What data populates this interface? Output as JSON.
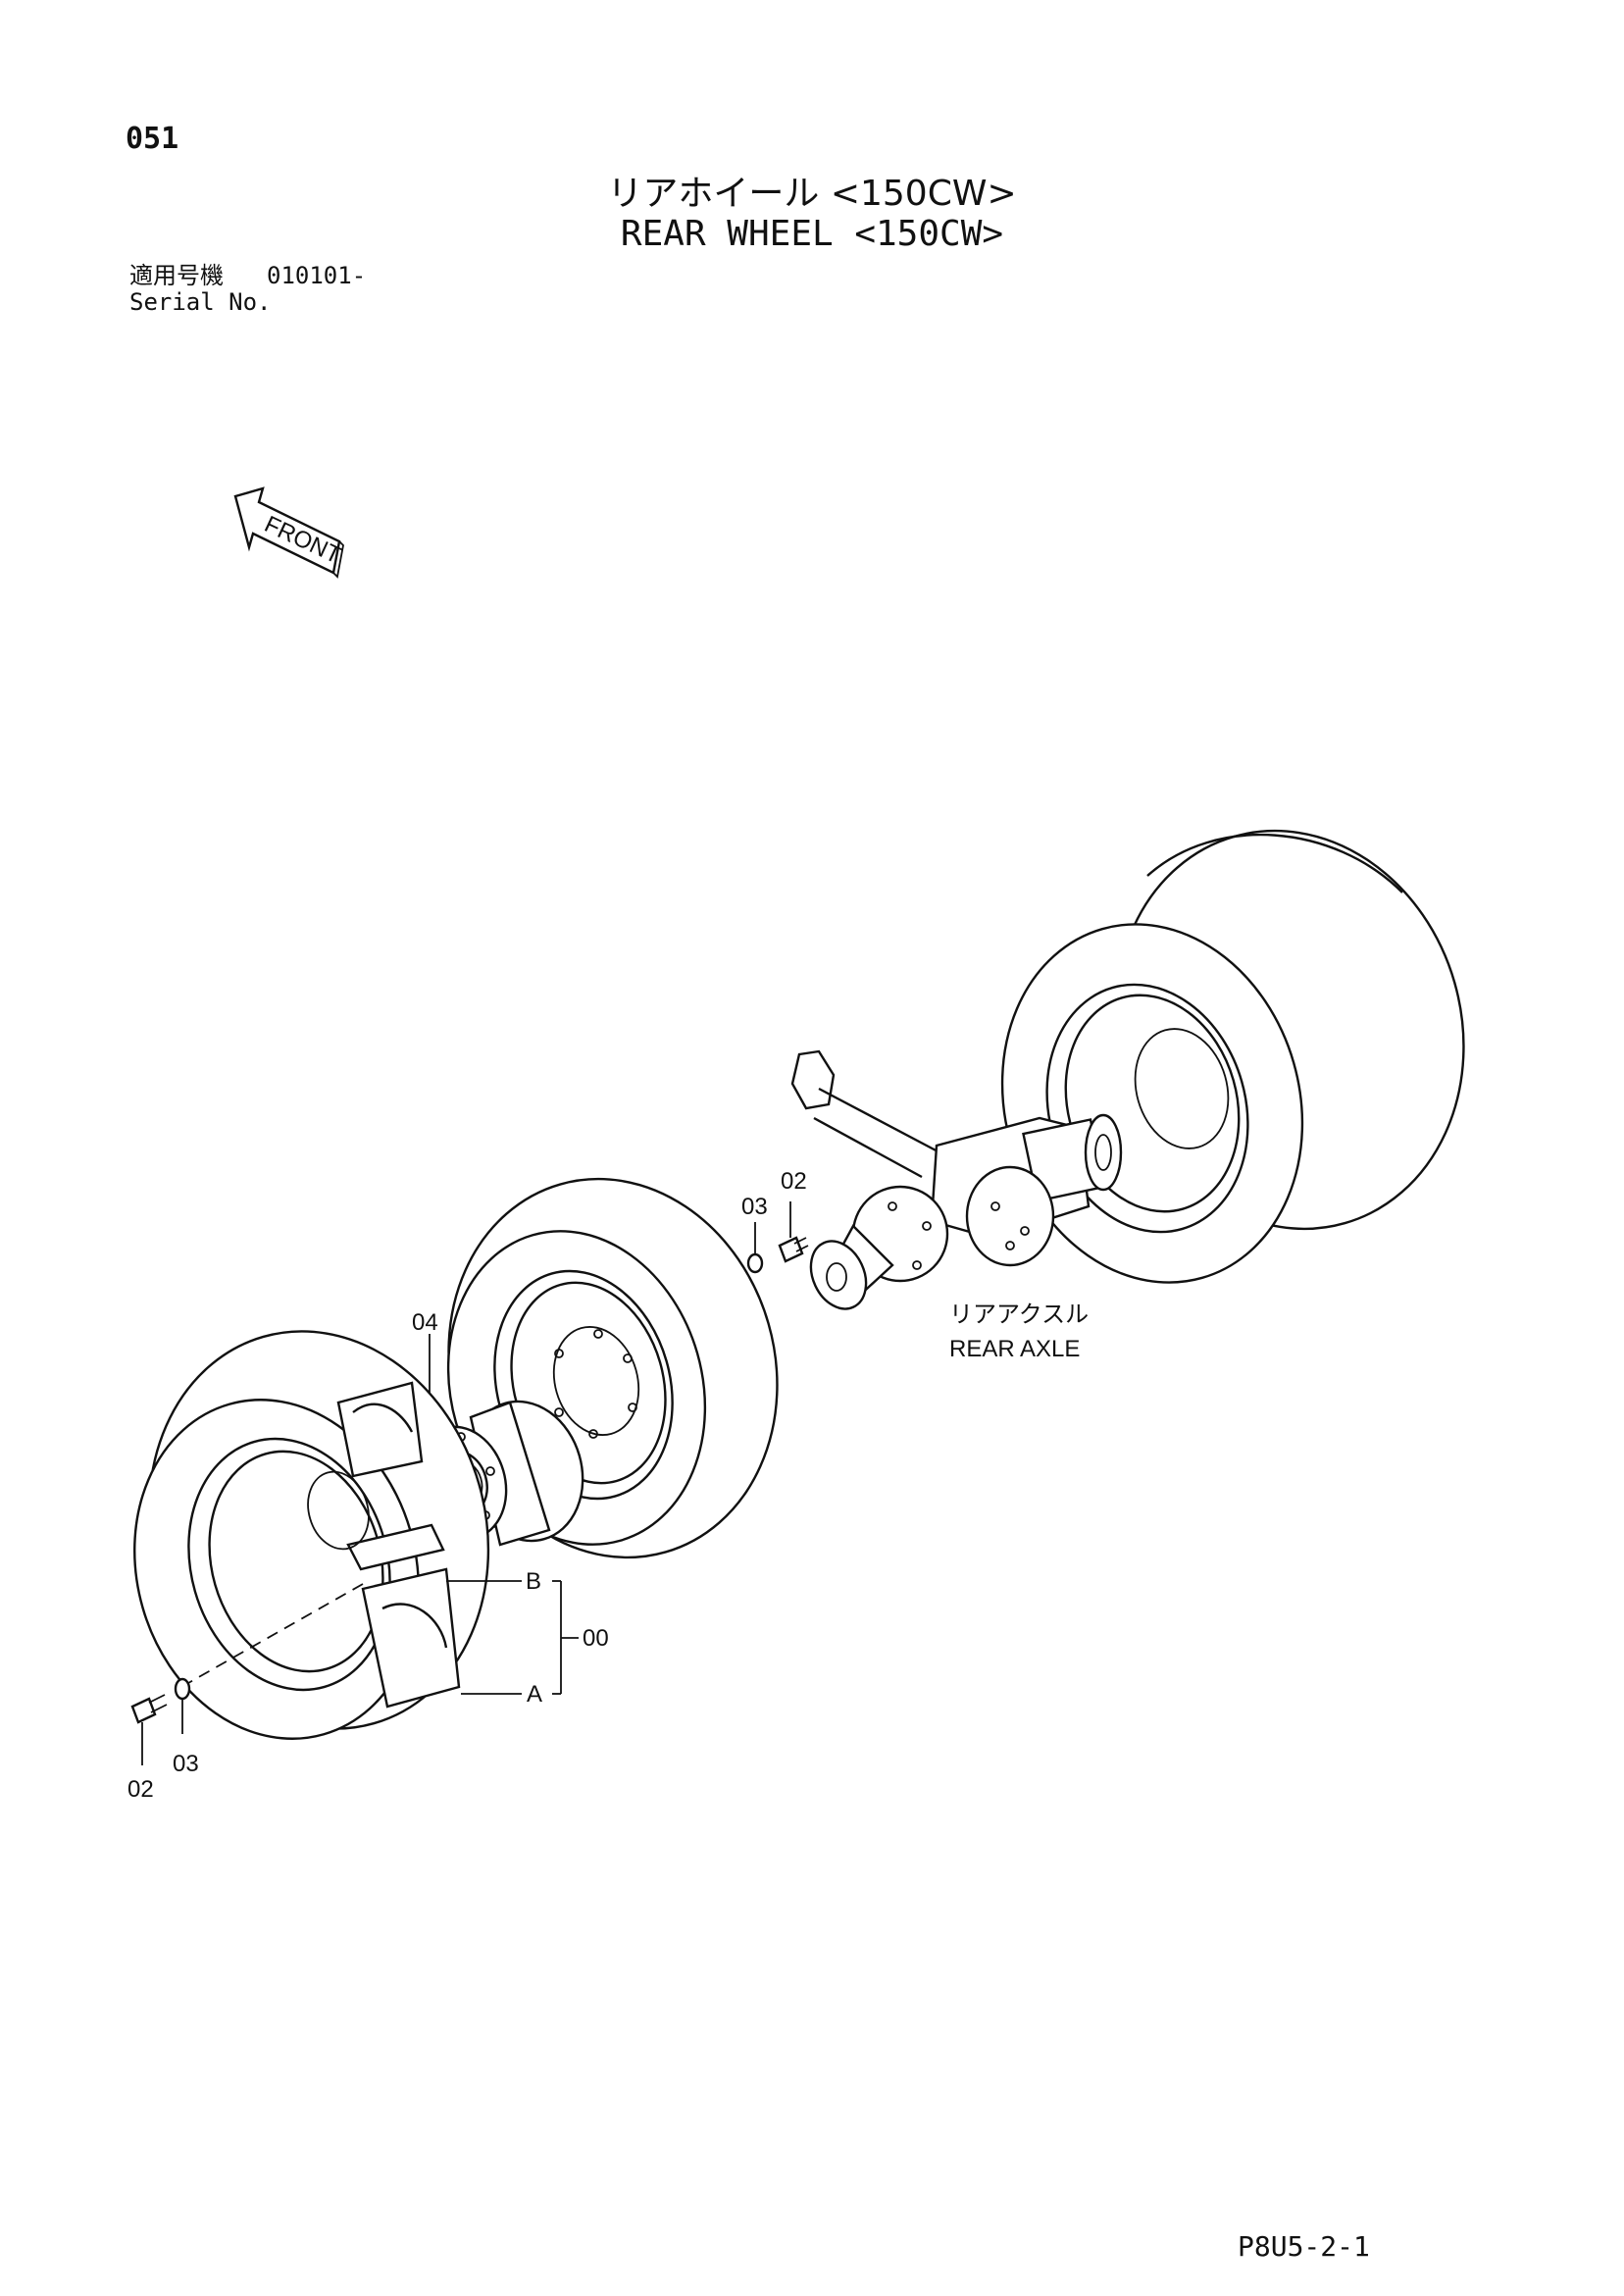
{
  "header": {
    "page_number": "051",
    "title_jp": "リアホイール <150CW>",
    "title_en": "REAR WHEEL <150CW>"
  },
  "serial": {
    "label_jp": "適用号機",
    "value": "010101-",
    "label_en": "Serial No."
  },
  "front_indicator": {
    "label": "FRONT",
    "icon": "front-arrow-icon"
  },
  "callouts": {
    "rear_axle_jp": "リアアクスル",
    "rear_axle_en": "REAR AXLE",
    "part_00": "00",
    "part_02_left": "02",
    "part_03_left": "03",
    "part_02_axle": "02",
    "part_03_axle": "03",
    "part_04": "04",
    "sub_a": "A",
    "sub_b": "B"
  },
  "footer": {
    "code": "P8U5-2-1"
  }
}
